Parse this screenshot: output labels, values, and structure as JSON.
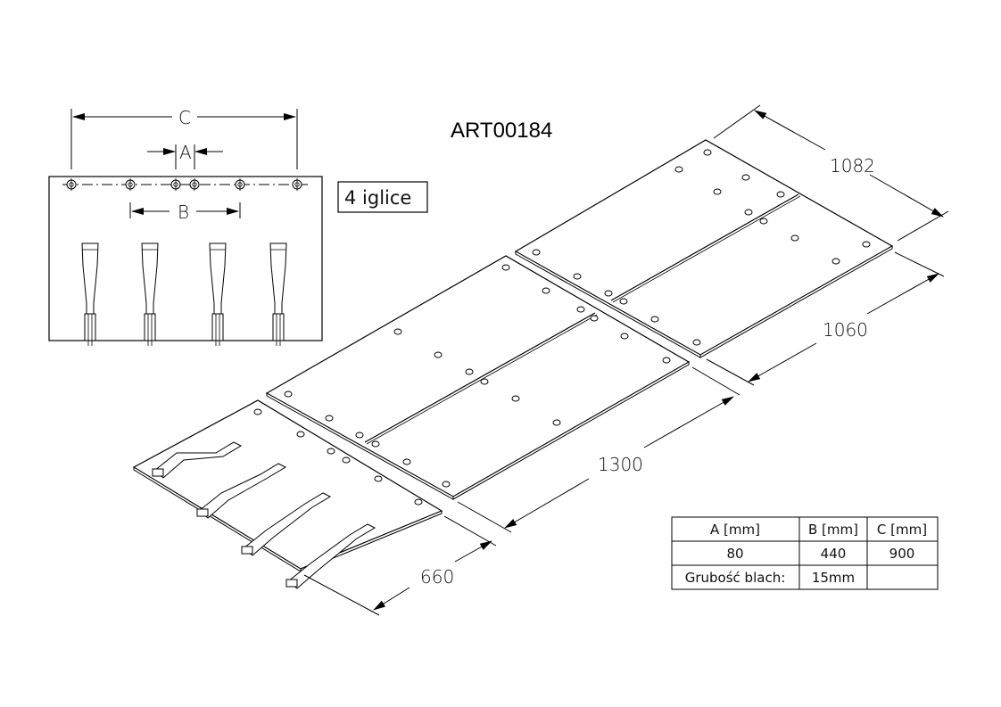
{
  "title": "ART00184",
  "note": "4 iglice",
  "dims": {
    "top_depth": "1082",
    "mid_depth": "1060",
    "length": "1300",
    "front_depth": "660",
    "detail_c": "C",
    "detail_a": "A",
    "detail_b": "B"
  },
  "table": {
    "headers": [
      "A [mm]",
      "B [mm]",
      "C [mm]"
    ],
    "values": [
      "80",
      "440",
      "900"
    ],
    "thickness_label": "Grubość blach:",
    "thickness_value": "15mm",
    "empty": ""
  }
}
